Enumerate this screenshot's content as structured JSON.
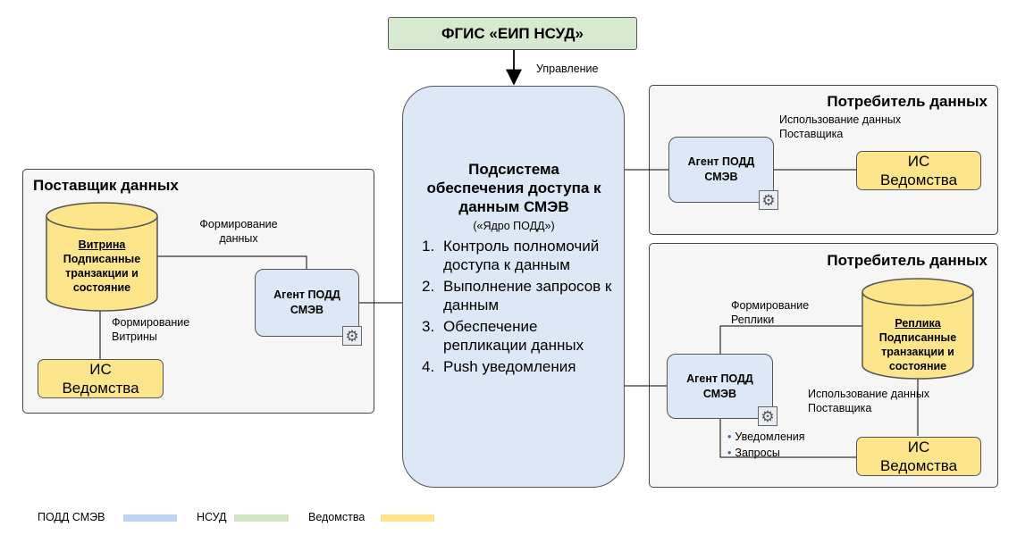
{
  "top": {
    "title": "ФГИС «ЕИП НСУД»",
    "control_label": "Управление"
  },
  "core": {
    "title": "Подсистема обеспечения доступа к данным СМЭВ",
    "subtitle": "(«Ядро ПОДД»)",
    "items": [
      {
        "num": "1.",
        "text": "Контроль полномочий доступа к данным"
      },
      {
        "num": "2.",
        "text": "Выполнение запросов к данным"
      },
      {
        "num": "3.",
        "text": "Обеспечение репликации данных"
      },
      {
        "num": "4.",
        "text": "Push уведомления"
      }
    ]
  },
  "supplier": {
    "title": "Поставщик данных",
    "showcase": {
      "name": "Витрина",
      "desc": "Подписанные транзакции и состояние"
    },
    "form_data_label": "Формирование данных",
    "form_showcase_label": "Формирование Витрины",
    "agent_label": "Агент ПОДД СМЭВ",
    "is_label": "ИС Ведомства"
  },
  "consumer1": {
    "title": "Потребитель данных",
    "use_label": "Использование данных Поставщика",
    "agent_label": "Агент ПОДД СМЭВ",
    "is_label": "ИС Ведомства"
  },
  "consumer2": {
    "title": "Потребитель данных",
    "form_replica_label": "Формирование Реплики",
    "replica": {
      "name": "Реплика",
      "desc": "Подписанные транзакции и состояние"
    },
    "use_label": "Использование данных Поставщика",
    "agent_label": "Агент ПОДД СМЭВ",
    "is_label": "ИС Ведомства",
    "bullets": [
      "Уведомления",
      "Запросы"
    ]
  },
  "legend": [
    {
      "label": "ПОДД СМЭВ",
      "color": "#bdd5ee"
    },
    {
      "label": "НСУД",
      "color": "#cfe5c2"
    },
    {
      "label": "Ведомства",
      "color": "#fde58c"
    }
  ],
  "colors": {
    "blue": "#dce8f5",
    "green": "#d7ead0",
    "yellow": "#fde58c",
    "group_bg": "#f6f6f6"
  }
}
